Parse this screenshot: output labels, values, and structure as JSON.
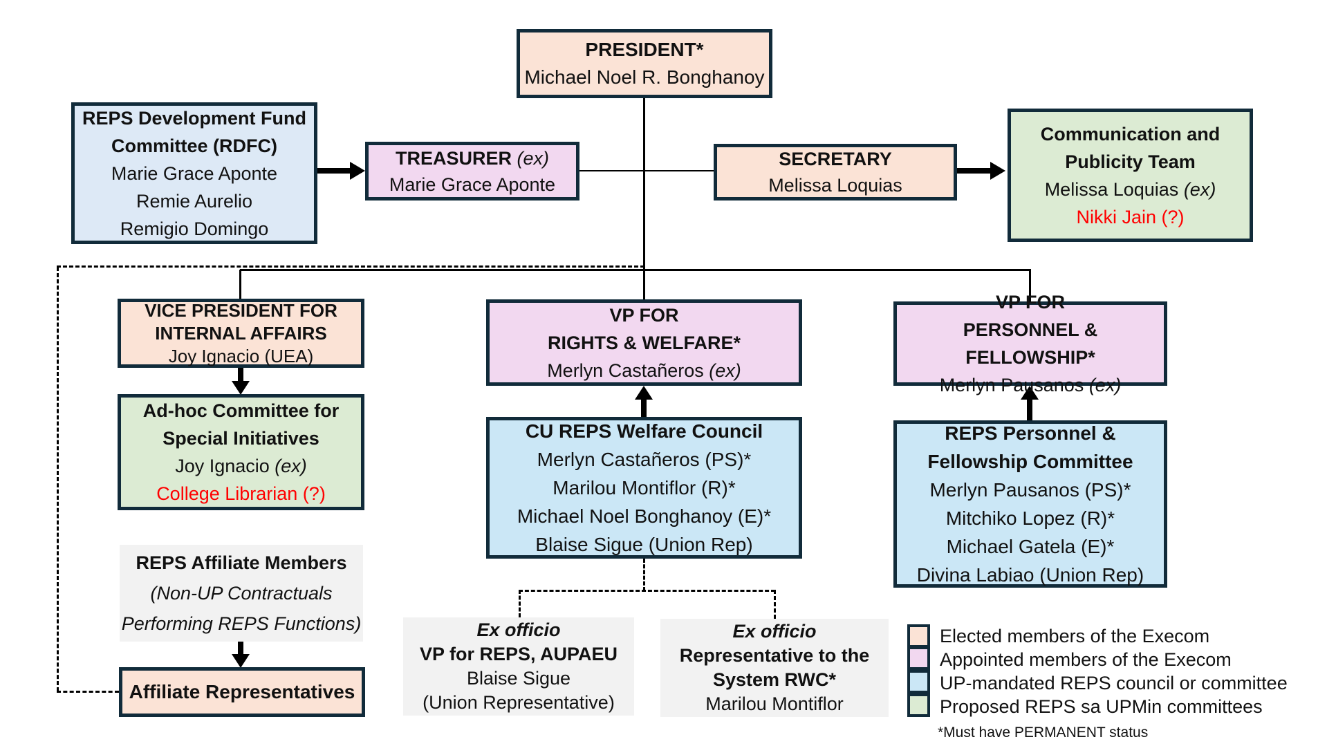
{
  "colors": {
    "border": "#112b3a",
    "elected_fill": "#fbe3d6",
    "appointed_fill": "#f2d8f0",
    "rdfc_fill": "#dde9f6",
    "council_fill": "#cbe7f6",
    "proposed_fill": "#dcebd3",
    "neutral_fill": "#f2f2f2",
    "alert_text": "#ff0000"
  },
  "boxes": {
    "president": {
      "title": "PRESIDENT*",
      "name": "Michael Noel R. Bonghanoy"
    },
    "rdfc": {
      "title_l1": "REPS Development Fund",
      "title_l2": "Committee (RDFC)",
      "members": [
        "Marie Grace Aponte",
        "Remie Aurelio",
        "Remigio Domingo"
      ]
    },
    "treasurer": {
      "title": "TREASURER",
      "title_suffix": "(ex)",
      "name": "Marie Grace Aponte"
    },
    "secretary": {
      "title": "SECRETARY",
      "name": "Melissa Loquias"
    },
    "compub": {
      "title_l1": "Communication and",
      "title_l2": "Publicity Team",
      "member1_name": "Melissa Loquias",
      "member1_suffix": "(ex)",
      "member2": "Nikki Jain (?)"
    },
    "vp_internal": {
      "title_l1": "VICE PRESIDENT FOR",
      "title_l2": "INTERNAL AFFAIRS",
      "name": "Joy Ignacio (UEA)"
    },
    "adhoc": {
      "title_l1": "Ad-hoc Committee for",
      "title_l2": "Special Initiatives",
      "member1_name": "Joy Ignacio",
      "member1_suffix": "(ex)",
      "member2": "College Librarian (?)"
    },
    "affiliate_members": {
      "title": "REPS Affiliate Members",
      "subtitle_l1": "(Non-UP Contractuals",
      "subtitle_l2": "Performing REPS Functions)"
    },
    "affiliate_reps": {
      "title": "Affiliate Representatives"
    },
    "vp_rights": {
      "title_l1": "VP FOR",
      "title_l2": "RIGHTS & WELFARE*",
      "name": "Merlyn Castañeros",
      "name_suffix": "(ex)"
    },
    "welfare_council": {
      "title": "CU REPS Welfare Council",
      "members": [
        "Merlyn Castañeros (PS)*",
        "Marilou Montiflor (R)*",
        "Michael Noel Bonghanoy (E)*",
        "Blaise Sigue (Union Rep)"
      ]
    },
    "exofficio_union": {
      "tag": "Ex officio",
      "title": "VP for REPS, AUPAEU",
      "name": "Blaise Sigue",
      "name_l2": "(Union Representative)"
    },
    "exofficio_rwc": {
      "tag": "Ex officio",
      "title_l1": "Representative to the",
      "title_l2": "System RWC*",
      "name": "Marilou Montiflor"
    },
    "vp_personnel": {
      "title_l1": "VP FOR",
      "title_l2": "PERSONNEL & FELLOWSHIP*",
      "name": "Merlyn Pausanos",
      "name_suffix": "(ex)"
    },
    "pf_committee": {
      "title_l1": "REPS Personnel &",
      "title_l2": "Fellowship Committee",
      "members": [
        "Merlyn Pausanos (PS)*",
        "Mitchiko Lopez (R)*",
        "Michael Gatela (E)*",
        "Divina Labiao (Union Rep)"
      ]
    }
  },
  "legend": {
    "items": [
      {
        "label": "Elected members of the Execom",
        "color": "#fbe3d6"
      },
      {
        "label": "Appointed members of the Execom",
        "color": "#f2d8f0"
      },
      {
        "label": "UP-mandated REPS council or committee",
        "color": "#cbe7f6"
      },
      {
        "label": "Proposed REPS sa UPMin committees",
        "color": "#dcebd3"
      }
    ],
    "footnote": "*Must have PERMANENT status"
  }
}
